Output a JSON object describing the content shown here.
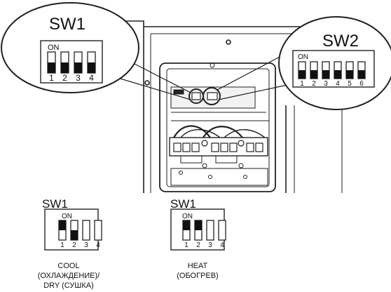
{
  "callout_sw1": {
    "title": "SW1",
    "on_label": "ON",
    "switch_numbers": [
      "1",
      "2",
      "3",
      "4"
    ],
    "switch_states": [
      1,
      1,
      1,
      1
    ]
  },
  "callout_sw2": {
    "title": "SW2",
    "on_label": "ON",
    "switch_numbers": [
      "1",
      "2",
      "3",
      "4",
      "5",
      "6"
    ],
    "switch_states": [
      1,
      1,
      1,
      1,
      1,
      1
    ]
  },
  "setting_cool": {
    "title": "SW1",
    "on_label": "ON",
    "switch_numbers": [
      "1",
      "2",
      "3",
      "4"
    ],
    "switch_states": [
      0.5,
      1,
      0,
      0
    ],
    "caption_line1": "COOL",
    "caption_line2": "(ОХЛАЖДЕНИЕ)/",
    "caption_line3": "DRY (СУШКА)"
  },
  "setting_heat": {
    "title": "SW1",
    "on_label": "ON",
    "switch_numbers": [
      "1",
      "2",
      "3",
      "4"
    ],
    "switch_states": [
      0.5,
      0.5,
      0,
      0
    ],
    "caption_line1": "HEAT",
    "caption_line2": "(ОБОГРЕВ)"
  }
}
